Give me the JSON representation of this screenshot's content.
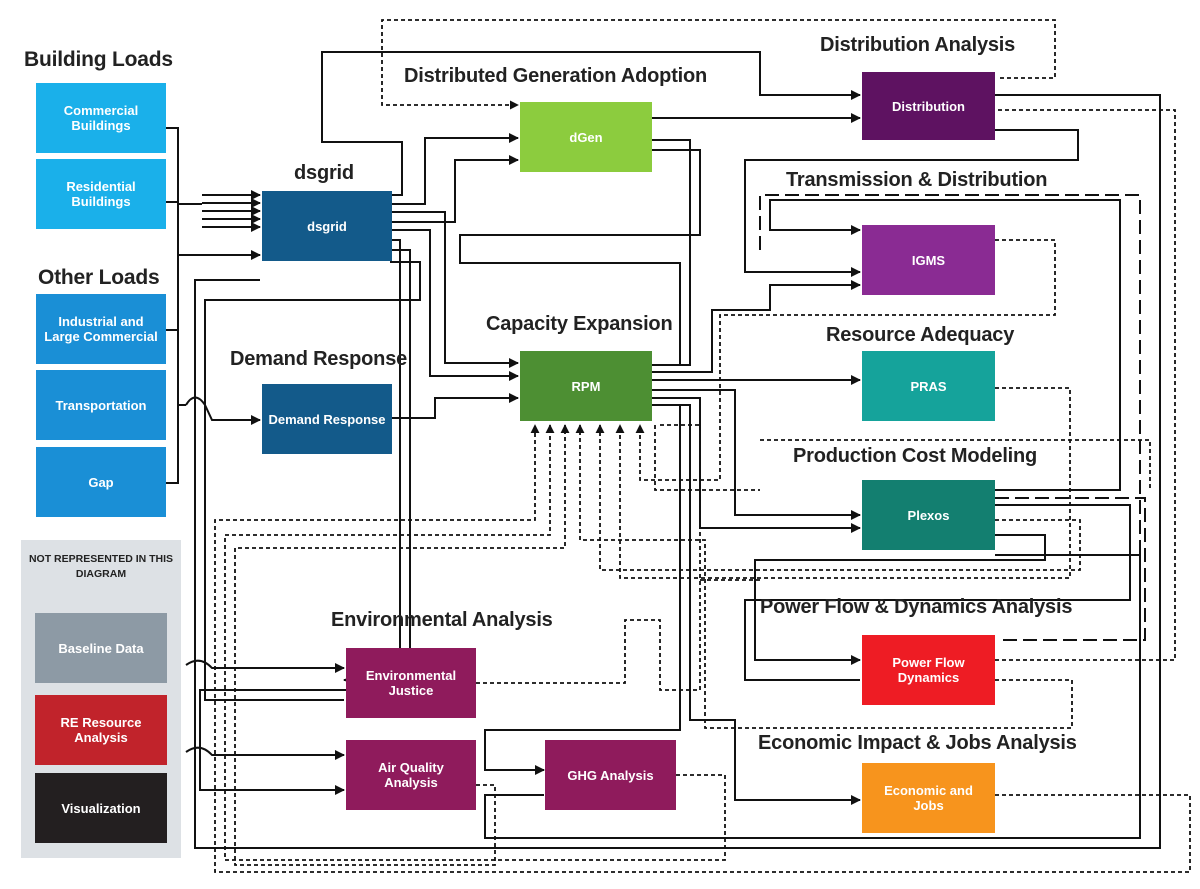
{
  "groups": {
    "building_loads": "Building Loads",
    "other_loads": "Other Loads"
  },
  "headings": {
    "distribution_analysis": "Distribution Analysis",
    "dg_adoption": "Distributed Generation Adoption",
    "dsgrid": "dsgrid",
    "transmission_distribution": "Transmission & Distribution",
    "capacity_expansion": "Capacity Expansion",
    "demand_response": "Demand Response",
    "resource_adequacy": "Resource Adequacy",
    "production_cost": "Production Cost Modeling",
    "power_flow": "Power Flow & Dynamics Analysis",
    "environmental": "Environmental Analysis",
    "economic": "Economic Impact & Jobs Analysis"
  },
  "loads": {
    "commercial": "Commercial Buildings",
    "residential": "Residential Buildings",
    "industrial": "Industrial and Large Commercial",
    "transportation": "Transportation",
    "gap": "Gap"
  },
  "models": {
    "dsgrid": "dsgrid",
    "dgen": "dGen",
    "distribution": "Distribution",
    "igms": "IGMS",
    "rpm": "RPM",
    "demand_response": "Demand Response",
    "pras": "PRAS",
    "plexos": "Plexos",
    "power_flow": "Power Flow Dynamics",
    "env_justice": "Environmental Justice",
    "air_quality": "Air Quality Analysis",
    "ghg": "GHG Analysis",
    "economic": "Economic and Jobs"
  },
  "legend": {
    "title": "NOT REPRESENTED IN THIS DIAGRAM",
    "baseline": "Baseline Data",
    "re_resource": "RE Resource Analysis",
    "visualization": "Visualization"
  },
  "colors": {
    "load_light": "#1ab0ea",
    "load_dark": "#1a8fd6",
    "dsgrid": "#135a8a",
    "dgen": "#8ccc3e",
    "distribution": "#5e1261",
    "igms": "#8a2b93",
    "rpm": "#4d8f33",
    "pras": "#15a39b",
    "plexos": "#137f70",
    "power_flow": "#ee1c24",
    "env": "#8f1b5c",
    "economic": "#f7941d",
    "legend_bg": "#dde1e5",
    "baseline": "#8d9aa5",
    "re_resource": "#c1232b",
    "visualization": "#231f20"
  }
}
